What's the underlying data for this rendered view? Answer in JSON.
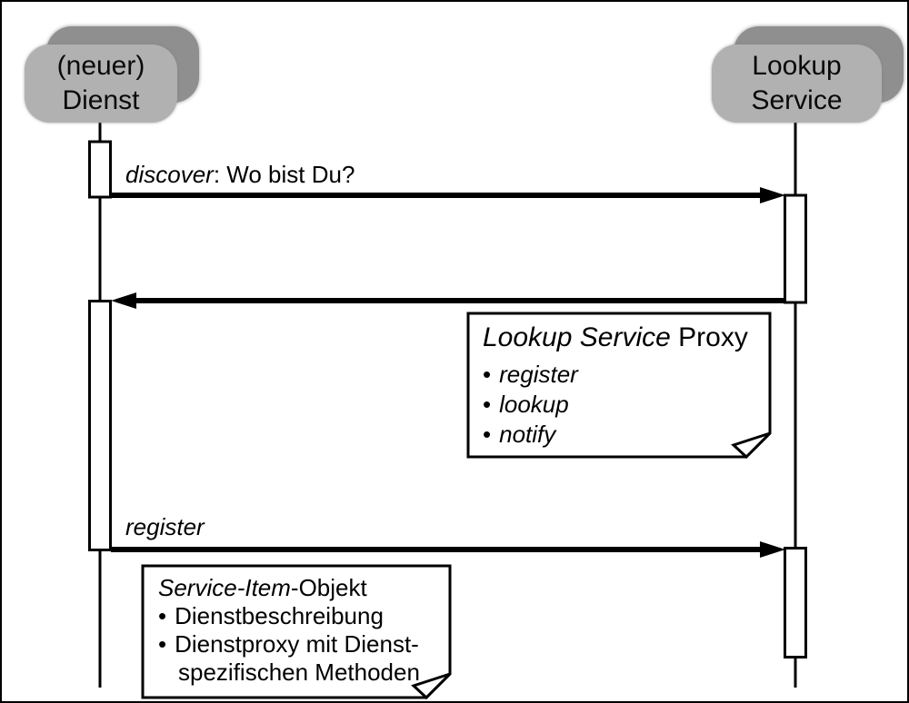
{
  "colors": {
    "background": "#ffffff",
    "line": "#000000",
    "actor_front": "#b1b1b1",
    "actor_side": "#8f8f8f"
  },
  "actors": [
    {
      "id": "neuer-dienst",
      "line1": "(neuer)",
      "line2": "Dienst"
    },
    {
      "id": "lookup-service",
      "line1": "Lookup",
      "line2": "Service"
    }
  ],
  "messages": [
    {
      "label_italic": "discover",
      "label_rest": ": Wo bist Du?",
      "from": "neuer-dienst",
      "to": "lookup-service"
    },
    {
      "label_italic": "",
      "label_rest": "",
      "from": "lookup-service",
      "to": "neuer-dienst"
    },
    {
      "label_italic": "register",
      "label_rest": "",
      "from": "neuer-dienst",
      "to": "lookup-service"
    }
  ],
  "notes": [
    {
      "title_italic": "Lookup Service",
      "title_rest": " Proxy",
      "bullet": "•",
      "items": [
        "register",
        "lookup",
        "notify"
      ]
    },
    {
      "title_italic": "Service-Item",
      "title_rest": "-Objekt",
      "bullet": "•",
      "items": [
        "Dienstbeschreibung",
        "Dienstproxy mit Dienst-"
      ],
      "continuation": "spezifischen Methoden"
    }
  ]
}
